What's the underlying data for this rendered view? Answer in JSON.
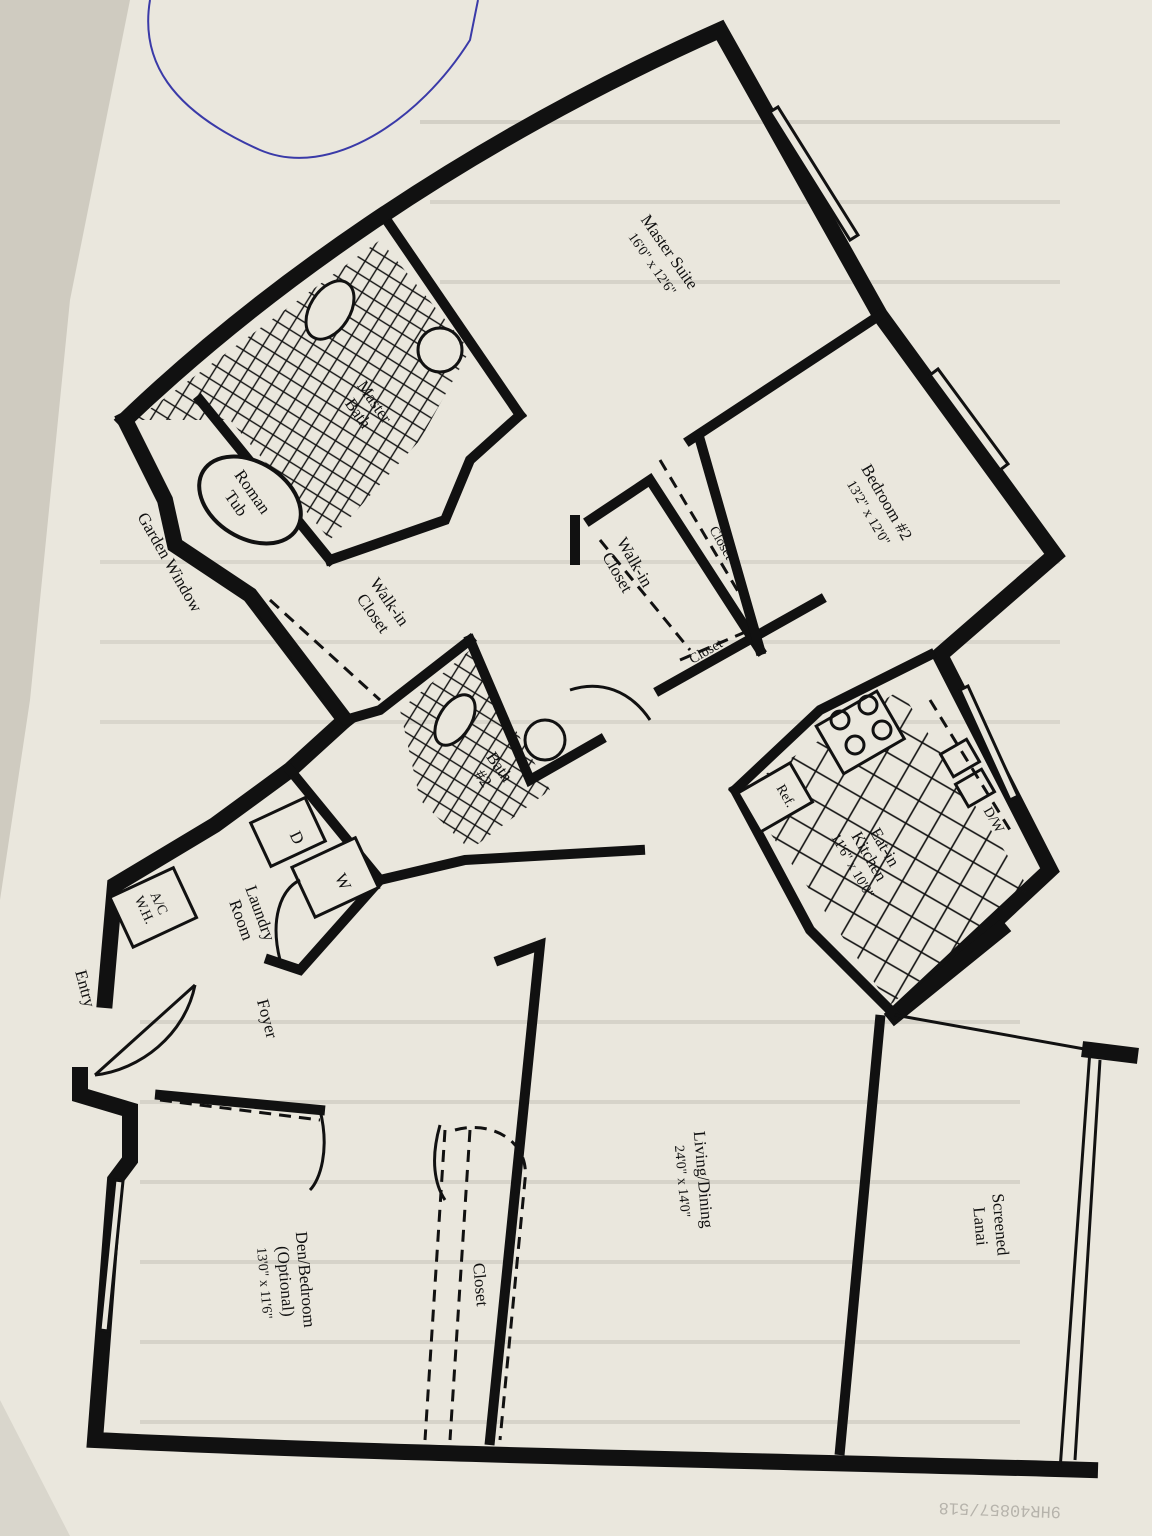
{
  "plan": {
    "rooms": {
      "master_suite": {
        "name": "Master Suite",
        "dim": "16'0\" x 12'6\""
      },
      "master_bath": {
        "name1": "Master",
        "name2": "Bath"
      },
      "roman_tub": {
        "name1": "Roman",
        "name2": "Tub"
      },
      "garden_window": {
        "name": "Garden Window"
      },
      "walkin_master": {
        "name1": "Walk-in",
        "name2": "Closet"
      },
      "walkin_2": {
        "name1": "Walk-in",
        "name2": "Closet"
      },
      "closet_a": {
        "name": "Closet"
      },
      "closet_b": {
        "name": "Closet"
      },
      "closet_c": {
        "name": "Closet"
      },
      "bedroom2": {
        "name": "Bedroom #2",
        "dim": "13'2\" x 12'0\""
      },
      "bath2": {
        "name1": "Bath",
        "name2": "#2"
      },
      "laundry": {
        "name1": "Laundry",
        "name2": "Room"
      },
      "ac": {
        "name1": "A/C",
        "name2": "W.H."
      },
      "dryer": {
        "label": "D"
      },
      "washer": {
        "label": "W"
      },
      "entry": {
        "name": "Entry"
      },
      "foyer": {
        "name": "Foyer"
      },
      "kitchen": {
        "name1": "Eat-in",
        "name2": "Kitchen",
        "dim": "11'6\" x 10'0\""
      },
      "ref": {
        "label": "Ref."
      },
      "dw": {
        "label": "D/W"
      },
      "living": {
        "name": "Living/Dining",
        "dim": "24'0\" x 14'0\""
      },
      "den": {
        "name1": "Den/Bedroom",
        "name2": "(Optional)",
        "dim": "13'0\" x 11'6\""
      },
      "lanai": {
        "name1": "Screened",
        "name2": "Lanai"
      }
    },
    "footer_code": "9HR40857/518"
  }
}
